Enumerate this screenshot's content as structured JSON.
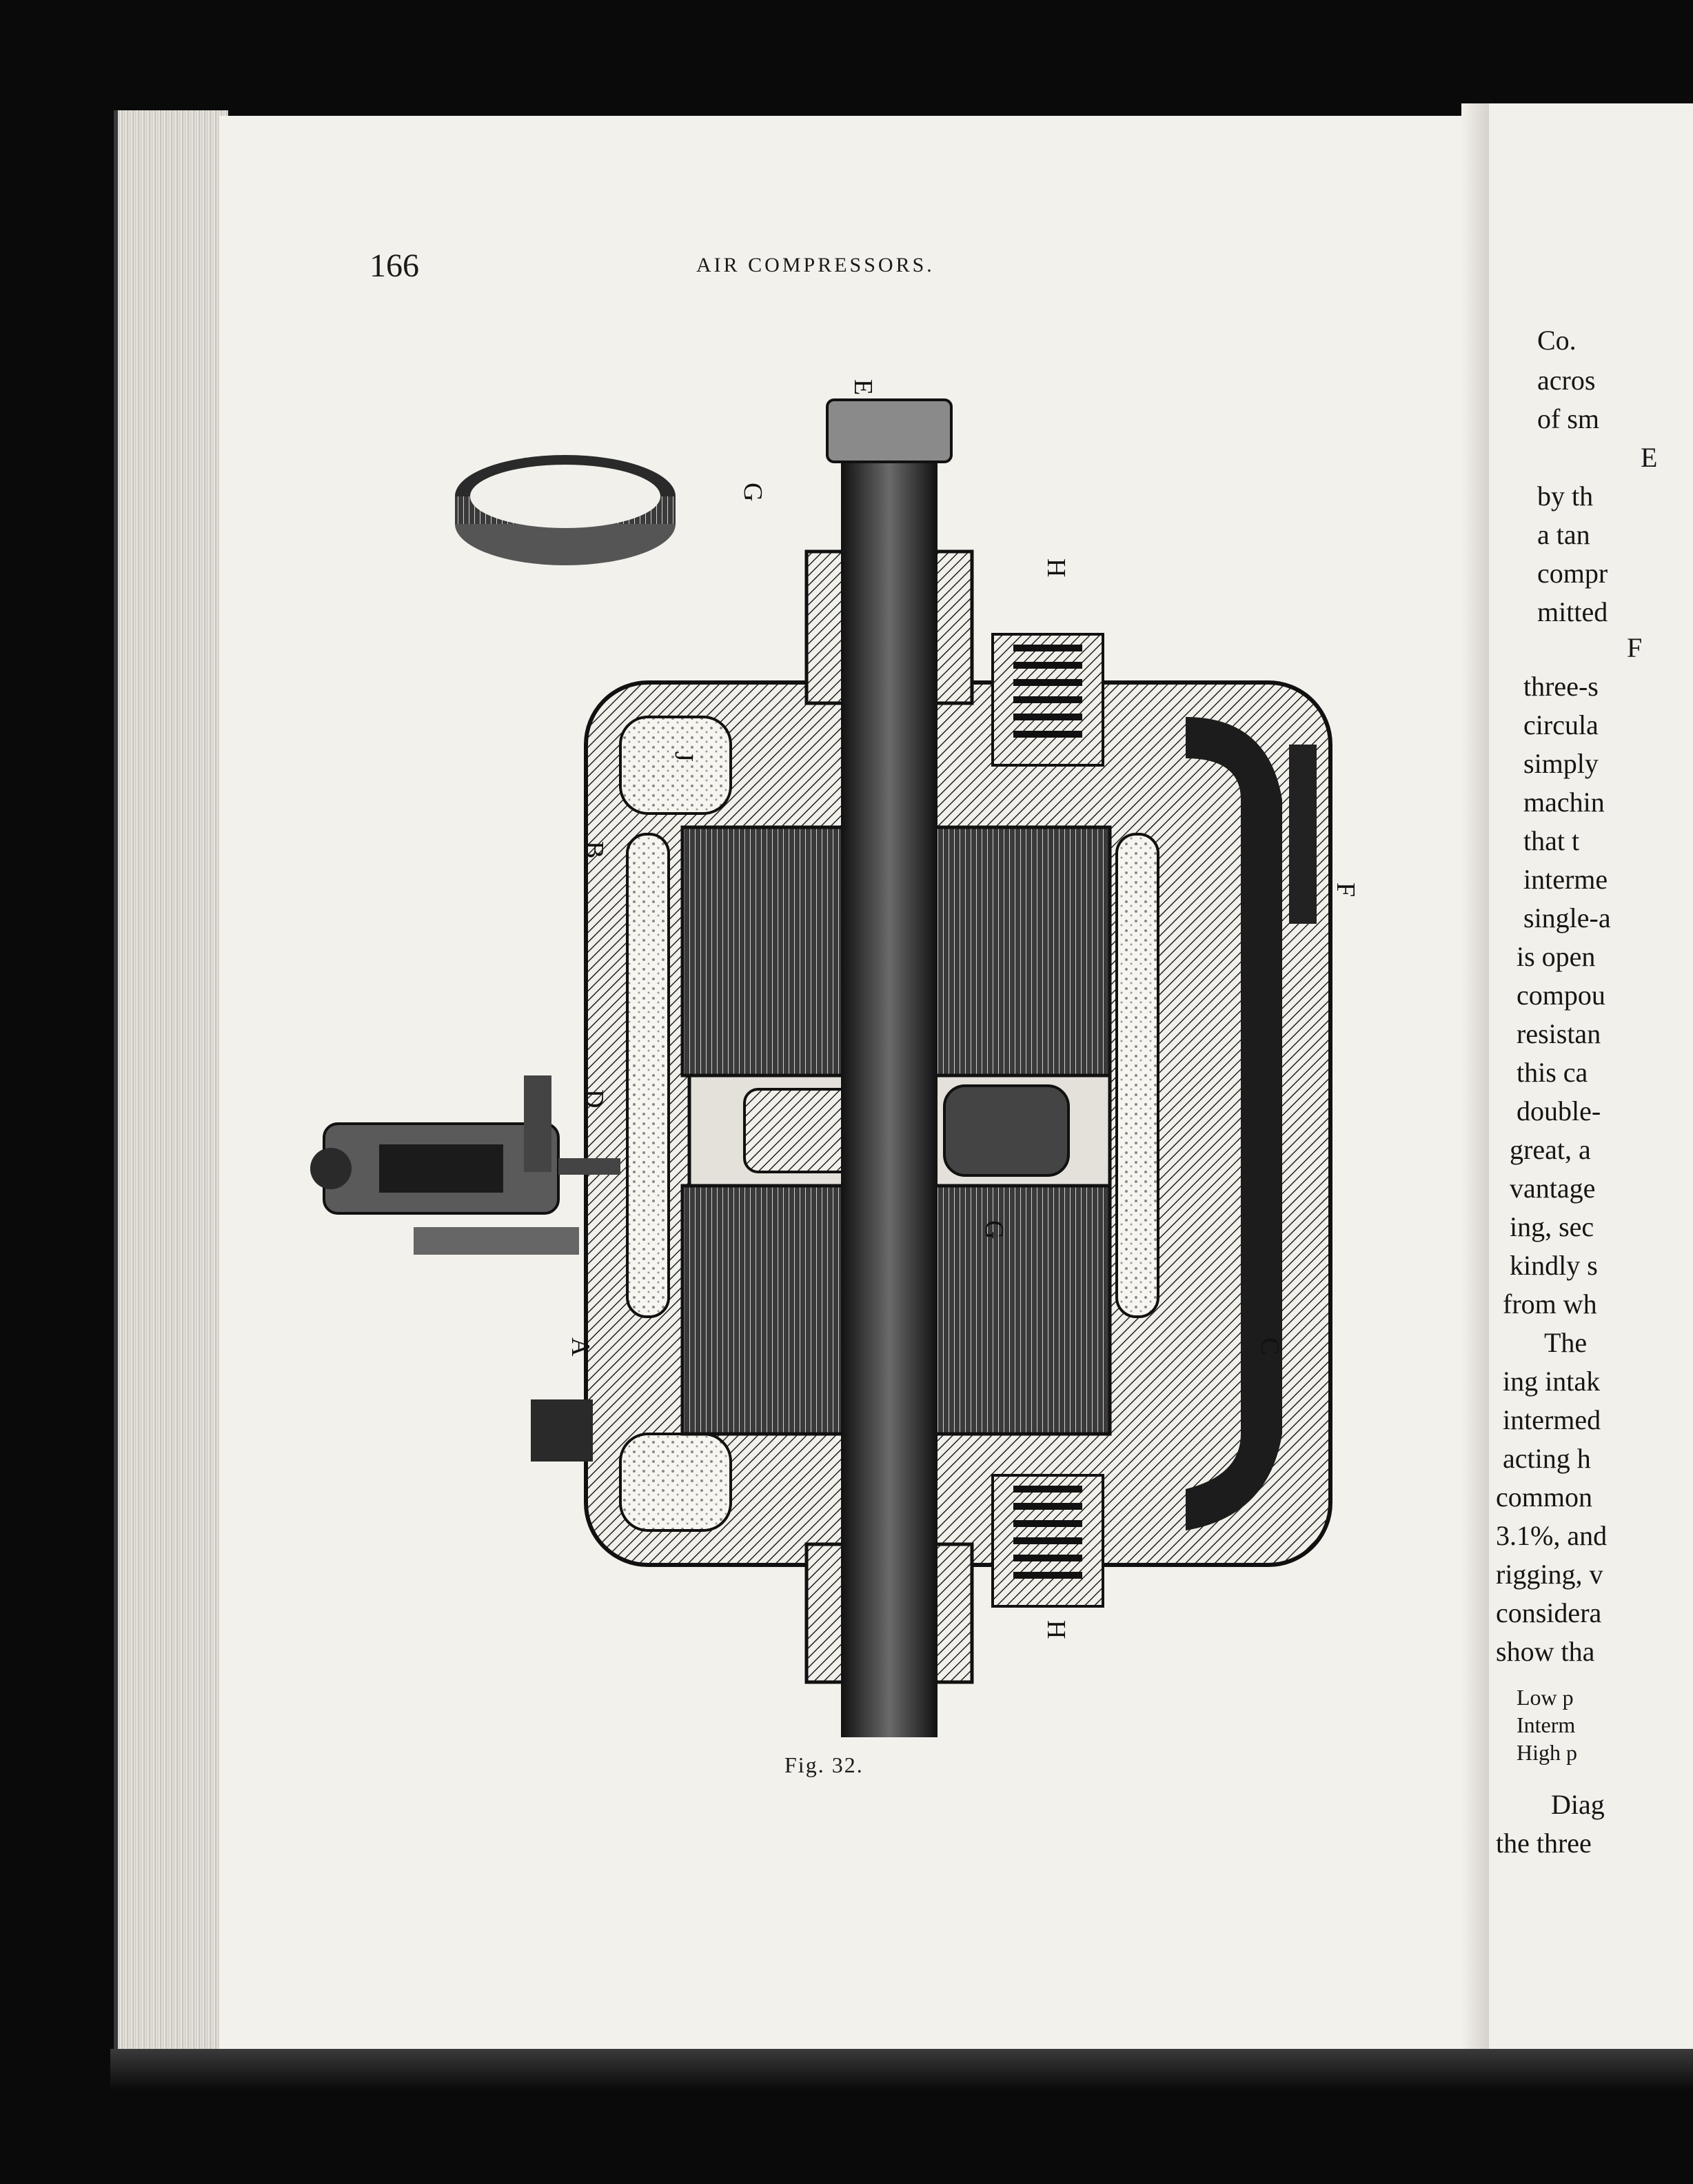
{
  "left_page": {
    "page_number": "166",
    "running_head": "AIR COMPRESSORS.",
    "figure_caption": "Fig. 32.",
    "figure_labels": {
      "e": "E",
      "g_ring": "G",
      "h_top": "H",
      "b": "B",
      "j": "J",
      "f": "F",
      "d": "D",
      "g_piston": "G",
      "a": "A",
      "c": "C",
      "h_bottom": "H"
    }
  },
  "right_page_lines": [
    "Co.",
    "acros",
    "of sm",
    "E",
    "by th",
    "a tan",
    "compr",
    "mitted",
    "F",
    "three-s",
    "circula",
    "simply",
    "machin",
    "that t",
    "interme",
    "single-a",
    "is open",
    "compou",
    "resistan",
    "this ca",
    "double-",
    "great, a",
    "vantage",
    "ing, sec",
    "kindly s",
    "from wh",
    "The",
    "ing intak",
    "intermed",
    "acting h",
    "common",
    "3.1%, and",
    "rigging, v",
    "considera",
    "show tha",
    "Low p",
    "Interm",
    "High p",
    "Diag",
    "the three"
  ]
}
